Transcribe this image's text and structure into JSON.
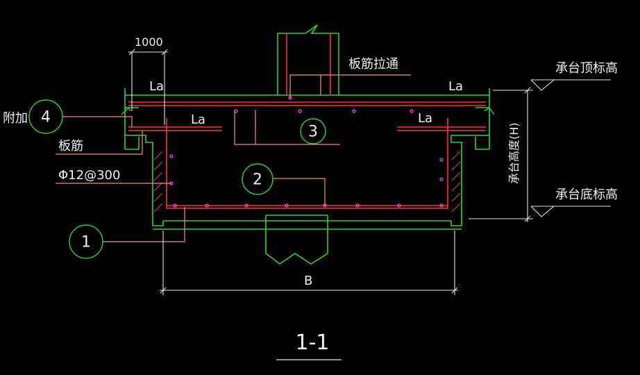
{
  "drawing": {
    "section_title": "1-1",
    "dimension_top": "1000",
    "dimension_width": "B",
    "labels": {
      "slab_rebar_through": "板筋拉通",
      "cap_top_elevation": "承台顶标高",
      "cap_bottom_elevation": "承台底标高",
      "cap_height": "承台高度(H)",
      "additional": "附加",
      "slab_rebar": "板筋",
      "rebar_spec": "Φ12@300",
      "anchor_len_top_left": "La",
      "anchor_len_top_right": "La",
      "anchor_len_mid_left": "La",
      "anchor_len_mid_right": "La"
    },
    "callouts": [
      {
        "id": "callout-1",
        "text": "1"
      },
      {
        "id": "callout-2",
        "text": "2"
      },
      {
        "id": "callout-3",
        "text": "3"
      },
      {
        "id": "callout-4",
        "text": "4"
      }
    ],
    "colors": {
      "background": "#000000",
      "outline": "#2fd42f",
      "rebar": "#ff3030",
      "leader": "#ff8a8a",
      "text": "#f0f0f0",
      "rebar_dot": "#ff40ff",
      "dimension": "#e6e6e6"
    }
  }
}
